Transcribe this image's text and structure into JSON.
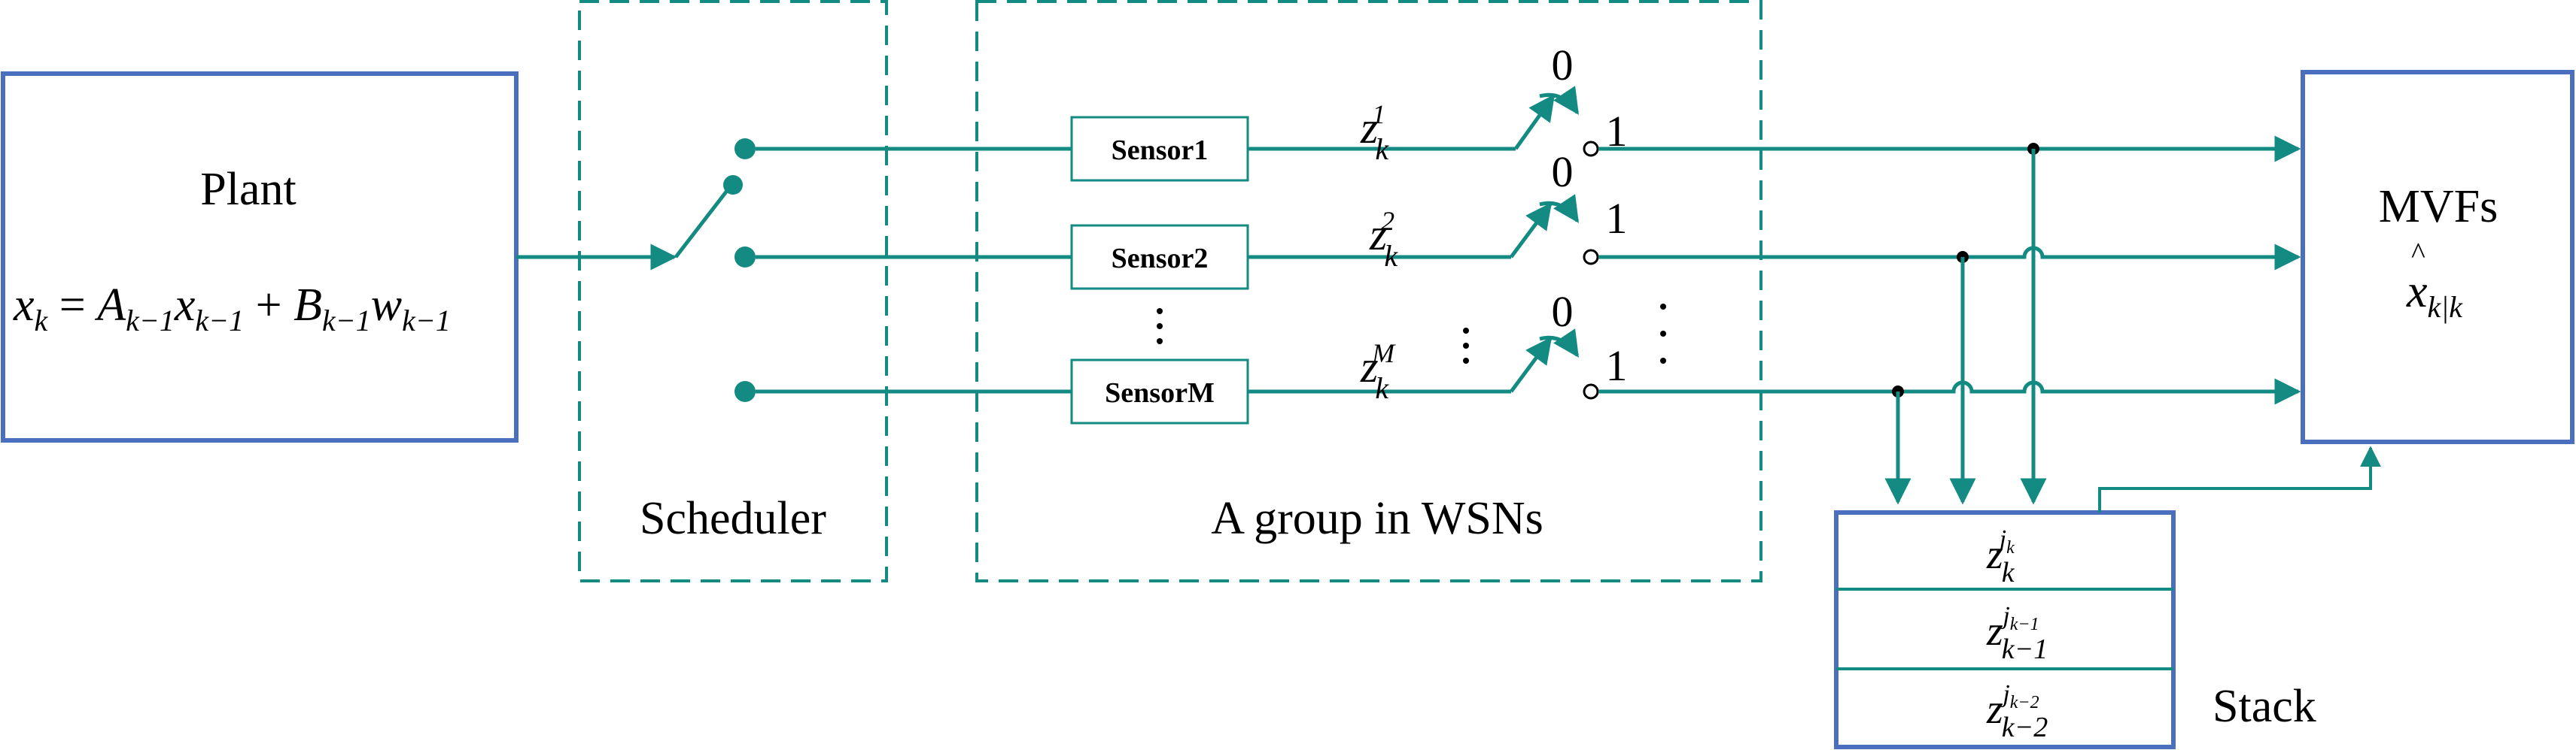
{
  "plant": {
    "title": "Plant",
    "eq": {
      "x": "x",
      "k": "k",
      "eqs": " = ",
      "A": "A",
      "km1": "k−1",
      "x2": "x",
      "plus": " + ",
      "B": "B",
      "w": "w"
    }
  },
  "scheduler": {
    "label": "Scheduler"
  },
  "group": {
    "label": "A group in WSNs"
  },
  "sensors": [
    {
      "label": "Sensor1",
      "z": "z",
      "sub": "k",
      "sup": "1"
    },
    {
      "label": "Sensor2",
      "z": "z",
      "sub": "k",
      "sup": "2"
    },
    {
      "label": "SensorM",
      "z": "z",
      "sub": "k",
      "sup": "M"
    }
  ],
  "switch_labels": {
    "zero": "0",
    "one": "1"
  },
  "mvfs": {
    "title": "MVFs",
    "x": "x",
    "hat": "^",
    "sub": "k|k"
  },
  "stack": {
    "label": "Stack",
    "rows": [
      {
        "z": "z",
        "sub": "k",
        "sup_j": "j",
        "sup_sub": "k"
      },
      {
        "z": "z",
        "sub": "k−1",
        "sup_j": "j",
        "sup_sub": "k−1"
      },
      {
        "z": "z",
        "sub": "k−2",
        "sup_j": "j",
        "sup_sub": "k−2"
      }
    ]
  },
  "colors": {
    "teal": "#138a82",
    "blue": "#4a6fbf",
    "black": "#000000"
  }
}
